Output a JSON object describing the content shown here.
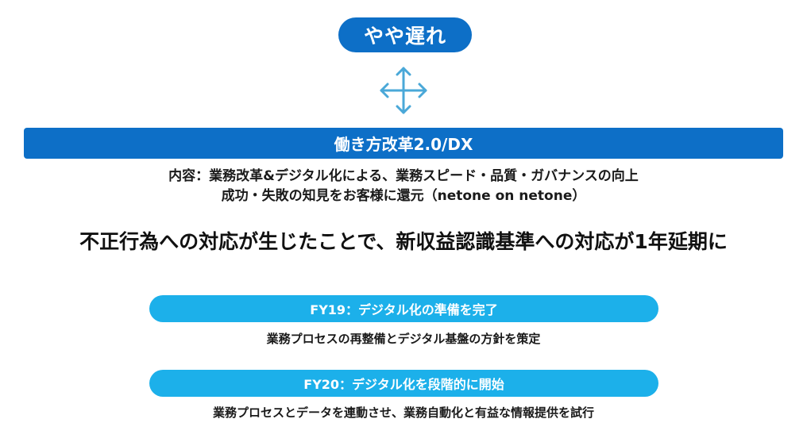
{
  "status": {
    "label": "やや遅れ"
  },
  "initiative": {
    "title": "働き方改革2.0/DX",
    "description_line1": "内容：業務改革&デジタル化による、業務スピード・品質・ガバナンスの向上",
    "description_line2": "成功・失敗の知見をお客様に還元（netone on netone）"
  },
  "headline": "不正行為への対応が生じたことで、新収益認識基準への対応が1年延期に",
  "phases": [
    {
      "title": "FY19：デジタル化の準備を完了",
      "description": "業務プロセスの再整備とデジタル基盤の方針を策定"
    },
    {
      "title": "FY20：デジタル化を段階的に開始",
      "description": "業務プロセスとデータを連動させ、業務自動化と有益な情報提供を試行"
    }
  ],
  "colors": {
    "primary_blue": "#0d6fc7",
    "phase_blue": "#1cb0ea",
    "arrow_blue": "#4aa8d8"
  },
  "icons": {
    "arrows": "four-way-move-arrows-icon"
  }
}
